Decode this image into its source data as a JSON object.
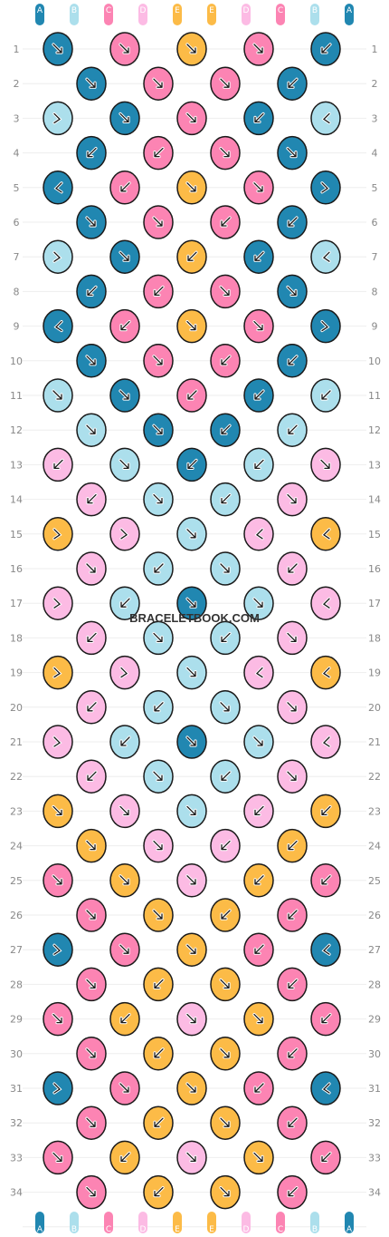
{
  "site_label": "BRACELETBOOK.COM",
  "strand_letters": [
    "A",
    "B",
    "C",
    "D",
    "E",
    "E",
    "D",
    "C",
    "B",
    "A"
  ],
  "colors": {
    "A": "#2187b1",
    "B": "#acdfec",
    "C": "#fc84b3",
    "D": "#fcbbe4",
    "E": "#fcbb47"
  },
  "row_count": 34,
  "rows": [
    {
      "n": 1,
      "knots": [
        [
          "A",
          "dr"
        ],
        [
          "C",
          "dr"
        ],
        [
          "E",
          "dr"
        ],
        [
          "C",
          "dr"
        ],
        [
          "A",
          "dl"
        ]
      ]
    },
    {
      "n": 2,
      "knots": [
        [
          "A",
          "dr"
        ],
        [
          "C",
          "dr"
        ],
        [
          "C",
          "dr"
        ],
        [
          "A",
          "dl"
        ]
      ]
    },
    {
      "n": 3,
      "knots": [
        [
          "B",
          "fr"
        ],
        [
          "A",
          "dr"
        ],
        [
          "C",
          "dr"
        ],
        [
          "A",
          "dl"
        ],
        [
          "B",
          "fl"
        ]
      ]
    },
    {
      "n": 4,
      "knots": [
        [
          "A",
          "dl"
        ],
        [
          "C",
          "dl"
        ],
        [
          "C",
          "dr"
        ],
        [
          "A",
          "dr"
        ]
      ]
    },
    {
      "n": 5,
      "knots": [
        [
          "A",
          "fl"
        ],
        [
          "C",
          "dl"
        ],
        [
          "E",
          "dr"
        ],
        [
          "C",
          "dr"
        ],
        [
          "A",
          "fr"
        ]
      ]
    },
    {
      "n": 6,
      "knots": [
        [
          "A",
          "dr"
        ],
        [
          "C",
          "dr"
        ],
        [
          "C",
          "dl"
        ],
        [
          "A",
          "dl"
        ]
      ]
    },
    {
      "n": 7,
      "knots": [
        [
          "B",
          "fr"
        ],
        [
          "A",
          "dr"
        ],
        [
          "E",
          "dl"
        ],
        [
          "A",
          "dl"
        ],
        [
          "B",
          "fl"
        ]
      ]
    },
    {
      "n": 8,
      "knots": [
        [
          "A",
          "dl"
        ],
        [
          "C",
          "dl"
        ],
        [
          "C",
          "dr"
        ],
        [
          "A",
          "dr"
        ]
      ]
    },
    {
      "n": 9,
      "knots": [
        [
          "A",
          "fl"
        ],
        [
          "C",
          "dl"
        ],
        [
          "E",
          "dr"
        ],
        [
          "C",
          "dr"
        ],
        [
          "A",
          "fr"
        ]
      ]
    },
    {
      "n": 10,
      "knots": [
        [
          "A",
          "dr"
        ],
        [
          "C",
          "dr"
        ],
        [
          "C",
          "dl"
        ],
        [
          "A",
          "dl"
        ]
      ]
    },
    {
      "n": 11,
      "knots": [
        [
          "B",
          "dr"
        ],
        [
          "A",
          "dr"
        ],
        [
          "C",
          "dl"
        ],
        [
          "A",
          "dl"
        ],
        [
          "B",
          "dl"
        ]
      ]
    },
    {
      "n": 12,
      "knots": [
        [
          "B",
          "dr"
        ],
        [
          "A",
          "dr"
        ],
        [
          "A",
          "dl"
        ],
        [
          "B",
          "dl"
        ]
      ]
    },
    {
      "n": 13,
      "knots": [
        [
          "D",
          "dl"
        ],
        [
          "B",
          "dr"
        ],
        [
          "A",
          "dl"
        ],
        [
          "B",
          "dl"
        ],
        [
          "D",
          "dr"
        ]
      ]
    },
    {
      "n": 14,
      "knots": [
        [
          "D",
          "dl"
        ],
        [
          "B",
          "dr"
        ],
        [
          "B",
          "dl"
        ],
        [
          "D",
          "dr"
        ]
      ]
    },
    {
      "n": 15,
      "knots": [
        [
          "E",
          "fr"
        ],
        [
          "D",
          "fr"
        ],
        [
          "B",
          "dr"
        ],
        [
          "D",
          "fl"
        ],
        [
          "E",
          "fl"
        ]
      ]
    },
    {
      "n": 16,
      "knots": [
        [
          "D",
          "dr"
        ],
        [
          "B",
          "dl"
        ],
        [
          "B",
          "dr"
        ],
        [
          "D",
          "dl"
        ]
      ]
    },
    {
      "n": 17,
      "knots": [
        [
          "D",
          "fr"
        ],
        [
          "B",
          "dl"
        ],
        [
          "A",
          "dr"
        ],
        [
          "B",
          "dr"
        ],
        [
          "D",
          "fl"
        ]
      ]
    },
    {
      "n": 18,
      "knots": [
        [
          "D",
          "dl"
        ],
        [
          "B",
          "dr"
        ],
        [
          "B",
          "dl"
        ],
        [
          "D",
          "dr"
        ]
      ]
    },
    {
      "n": 19,
      "knots": [
        [
          "E",
          "fr"
        ],
        [
          "D",
          "fr"
        ],
        [
          "B",
          "dr"
        ],
        [
          "D",
          "fl"
        ],
        [
          "E",
          "fl"
        ]
      ]
    },
    {
      "n": 20,
      "knots": [
        [
          "D",
          "dl"
        ],
        [
          "B",
          "dl"
        ],
        [
          "B",
          "dr"
        ],
        [
          "D",
          "dr"
        ]
      ]
    },
    {
      "n": 21,
      "knots": [
        [
          "D",
          "fr"
        ],
        [
          "B",
          "dl"
        ],
        [
          "A",
          "dr"
        ],
        [
          "B",
          "dr"
        ],
        [
          "D",
          "fl"
        ]
      ]
    },
    {
      "n": 22,
      "knots": [
        [
          "D",
          "dl"
        ],
        [
          "B",
          "dr"
        ],
        [
          "B",
          "dl"
        ],
        [
          "D",
          "dr"
        ]
      ]
    },
    {
      "n": 23,
      "knots": [
        [
          "E",
          "dr"
        ],
        [
          "D",
          "dr"
        ],
        [
          "B",
          "dr"
        ],
        [
          "D",
          "dl"
        ],
        [
          "E",
          "dl"
        ]
      ]
    },
    {
      "n": 24,
      "knots": [
        [
          "E",
          "dr"
        ],
        [
          "D",
          "dr"
        ],
        [
          "D",
          "dl"
        ],
        [
          "E",
          "dl"
        ]
      ]
    },
    {
      "n": 25,
      "knots": [
        [
          "C",
          "dr"
        ],
        [
          "E",
          "dr"
        ],
        [
          "D",
          "dr"
        ],
        [
          "E",
          "dl"
        ],
        [
          "C",
          "dl"
        ]
      ]
    },
    {
      "n": 26,
      "knots": [
        [
          "C",
          "dr"
        ],
        [
          "E",
          "dr"
        ],
        [
          "E",
          "dl"
        ],
        [
          "C",
          "dl"
        ]
      ]
    },
    {
      "n": 27,
      "knots": [
        [
          "A",
          "fr"
        ],
        [
          "C",
          "dr"
        ],
        [
          "E",
          "dr"
        ],
        [
          "C",
          "dl"
        ],
        [
          "A",
          "fl"
        ]
      ]
    },
    {
      "n": 28,
      "knots": [
        [
          "C",
          "dr"
        ],
        [
          "E",
          "dl"
        ],
        [
          "E",
          "dr"
        ],
        [
          "C",
          "dl"
        ]
      ]
    },
    {
      "n": 29,
      "knots": [
        [
          "C",
          "dr"
        ],
        [
          "E",
          "dl"
        ],
        [
          "D",
          "dr"
        ],
        [
          "E",
          "dr"
        ],
        [
          "C",
          "dl"
        ]
      ]
    },
    {
      "n": 30,
      "knots": [
        [
          "C",
          "dr"
        ],
        [
          "E",
          "dl"
        ],
        [
          "E",
          "dr"
        ],
        [
          "C",
          "dl"
        ]
      ]
    },
    {
      "n": 31,
      "knots": [
        [
          "A",
          "fr"
        ],
        [
          "C",
          "dr"
        ],
        [
          "E",
          "dr"
        ],
        [
          "C",
          "dl"
        ],
        [
          "A",
          "fl"
        ]
      ]
    },
    {
      "n": 32,
      "knots": [
        [
          "C",
          "dr"
        ],
        [
          "E",
          "dl"
        ],
        [
          "E",
          "dr"
        ],
        [
          "C",
          "dl"
        ]
      ]
    },
    {
      "n": 33,
      "knots": [
        [
          "C",
          "dr"
        ],
        [
          "E",
          "dl"
        ],
        [
          "D",
          "dr"
        ],
        [
          "E",
          "dr"
        ],
        [
          "C",
          "dl"
        ]
      ]
    },
    {
      "n": 34,
      "knots": [
        [
          "C",
          "dr"
        ],
        [
          "E",
          "dl"
        ],
        [
          "E",
          "dr"
        ],
        [
          "C",
          "dl"
        ]
      ]
    }
  ]
}
